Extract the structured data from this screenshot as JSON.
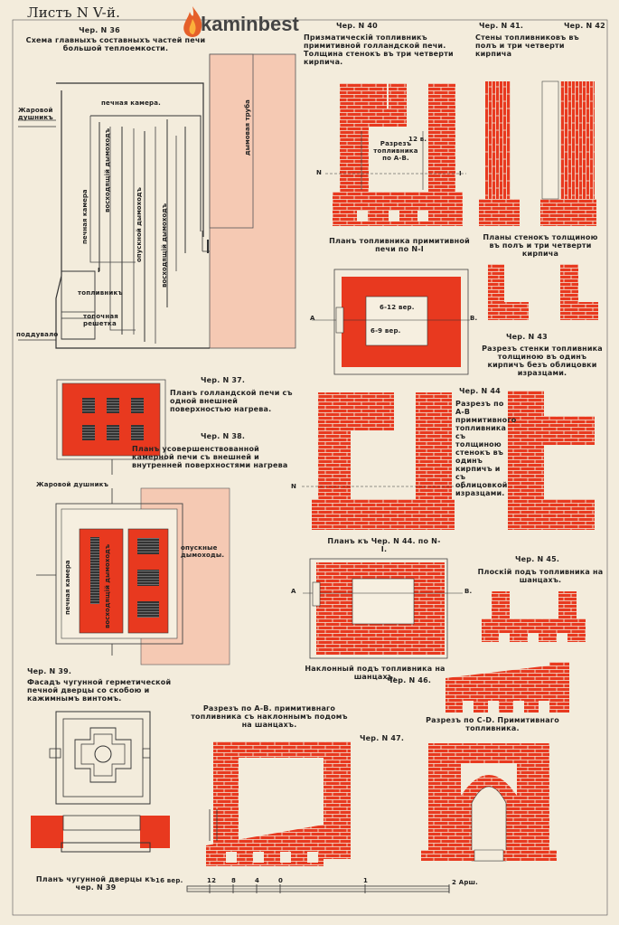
{
  "sheet_title": "Листъ N V-й.",
  "watermark": "kaminbest",
  "fig36": {
    "num": "Чер. N 36",
    "caption": "Схема главныхъ составныхъ частей печи большой теплоемкости.",
    "labels": {
      "zharovoy": "Жаровой душникъ",
      "pechnaya_kamera_top": "печная камера.",
      "dymovaya_truba": "дымовая труба",
      "pechnaya_kamera_side": "печная камера",
      "voskh1": "восходящій дымоходъ",
      "opusk": "опускной дымоходъ",
      "voskh2": "восходящій дымоходъ",
      "toplivnik": "топливникъ",
      "reshetka": "топочная решетка",
      "poddyvalo": "поддувало",
      "num_i": "I"
    }
  },
  "fig37": {
    "num": "Чер. N 37.",
    "caption": "Планъ голландской печи съ одной внешней поверхностью нагрева."
  },
  "fig38": {
    "num": "Чер. N 38.",
    "caption": "Планъ усовершенствованной камерной печи съ внешней и внутренней поверхностями нагрева",
    "labels": {
      "zharovoy": "Жаровой душникъ",
      "opusk": "опускные дымоходы.",
      "pechnaya": "печная камера",
      "voskh": "восходящій дымоходъ"
    }
  },
  "fig39": {
    "num": "Чер. N 39.",
    "caption": "Фасадъ чугунной герметической печной дверцы со скобою и кажимнымъ винтомъ.",
    "plan_caption": "Планъ чугунной дверцы къ чер. N 39"
  },
  "fig40": {
    "num": "Чер. N 40",
    "caption": "Призматическій топливникъ примитивной голландской печи. Толщина стенокъ въ три четверти кирпича.",
    "razrez": "Разрезъ топливника по A-B.",
    "dim": "12 в.",
    "mark_n": "N",
    "mark_i": "I"
  },
  "fig41": {
    "num": "Чер. N 41.",
    "caption": "Стены топливниковъ въ полъ и три четверти кирпича"
  },
  "fig42": {
    "num": "Чер. N 42"
  },
  "plans_walls": "Планы стенокъ толщиною въ полъ и три четверти кирпича",
  "plan_prim": {
    "caption": "Планъ топливника примитивной печи по N-I",
    "dim1": "6-12 вер.",
    "dim2": "6-9 вер.",
    "a": "A",
    "b": "B."
  },
  "fig43": {
    "num": "Чер. N 43",
    "caption": "Разрезъ стенки топливника толщиною въ одинъ кирпичъ безъ облицовки изразцами."
  },
  "fig44": {
    "num": "Чер. N 44",
    "caption": "Разрезъ по A-B примитивного топливника съ толщиною стенокъ въ одинъ кирпичъ и съ облицовкой изразцами.",
    "mark_n": "N",
    "mark_i": "I"
  },
  "plan44": {
    "caption": "Планъ къ Чер. N 44. по N-I.",
    "a": "A",
    "b": "B."
  },
  "fig45": {
    "num": "Чер. N 45.",
    "caption": "Плоскій подъ топливника на шанцахъ."
  },
  "fig46": {
    "num": "Чер. N 46.",
    "caption": "Наклонный подъ топливника на шанцахъ."
  },
  "fig47": {
    "num": "Чер. N 47.",
    "razrez_ab": "Разрезъ по A-B. примитивнаго топливника съ наклоннымъ подомъ на шанцахъ.",
    "razrez_cd": "Разрезъ по C-D. Примитивнаго топливника."
  },
  "scale": {
    "left": "16 вер.",
    "ticks": [
      "12",
      "8",
      "4",
      "0",
      "1"
    ],
    "right": "2 Арш."
  }
}
